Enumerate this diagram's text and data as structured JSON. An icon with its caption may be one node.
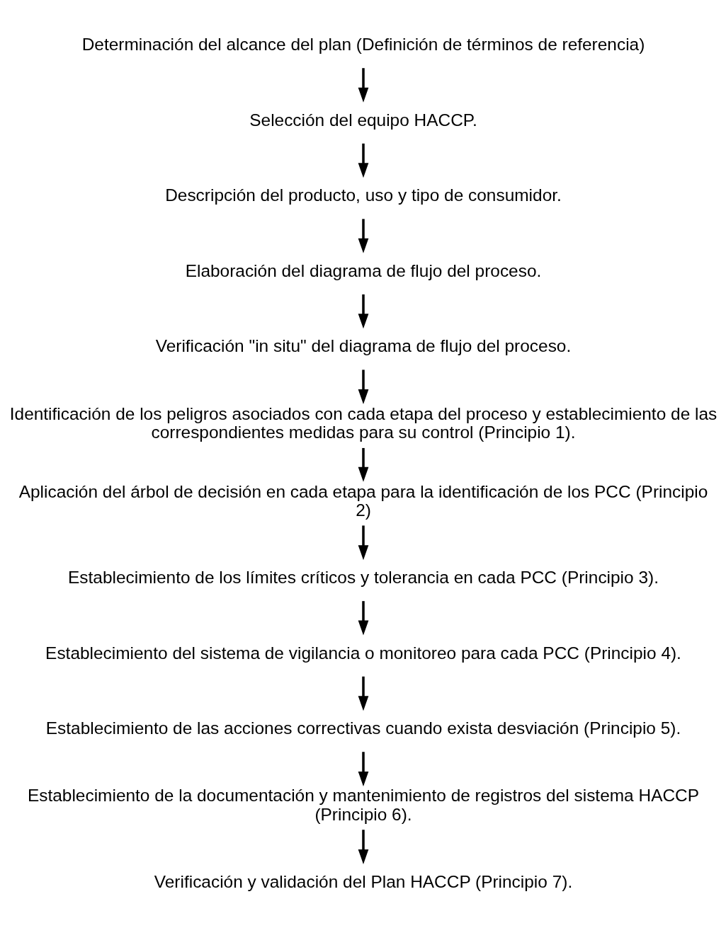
{
  "diagram": {
    "nodes": [
      {
        "text": [
          "Determinación del alcance del plan (Definición de términos de referencia)"
        ]
      },
      {
        "text": [
          "Selección del equipo HACCP."
        ]
      },
      {
        "text": [
          "Descripción del producto, uso y tipo de consumidor."
        ]
      },
      {
        "text": [
          "Elaboración del diagrama de flujo del proceso."
        ]
      },
      {
        "text": [
          "Verificación \"in situ\" del diagrama de flujo del proceso."
        ]
      },
      {
        "text": [
          "Identificación de los peligros asociados con cada etapa del proceso y establecimiento de las correspondientes medidas para su control (Principio 1)."
        ]
      },
      {
        "text": [
          "Aplicación del árbol de decisión en cada etapa para la identificación de los PCC (Principio 2)"
        ]
      },
      {
        "text": [
          "Establecimiento de los límites críticos y tolerancia en cada PCC (Principio 3)."
        ]
      },
      {
        "text": [
          "Establecimiento del sistema de vigilancia o monitoreo para cada PCC (Principio 4)."
        ]
      },
      {
        "text": [
          "Establecimiento de las acciones correctivas cuando exista desviación (Principio 5)."
        ]
      },
      {
        "text": [
          "Establecimiento de la documentación y mantenimiento de registros del sistema HACCP (Principio 6)."
        ]
      },
      {
        "text": [
          "Verificación y validación del Plan HACCP (Principio 7)."
        ]
      }
    ],
    "edges": [
      {
        "from": 0,
        "to": 1,
        "arrow": "to"
      },
      {
        "from": 1,
        "to": 2,
        "arrow": "to"
      },
      {
        "from": 2,
        "to": 3,
        "arrow": "to"
      },
      {
        "from": 3,
        "to": 4,
        "arrow": "to"
      },
      {
        "from": 4,
        "to": 5,
        "arrow": "to"
      },
      {
        "from": 5,
        "to": 6,
        "arrow": "to"
      },
      {
        "from": 6,
        "to": 7,
        "arrow": "to"
      },
      {
        "from": 7,
        "to": 8,
        "arrow": "to"
      },
      {
        "from": 8,
        "to": 9,
        "arrow": "to"
      },
      {
        "from": 9,
        "to": 10,
        "arrow": "to"
      },
      {
        "from": 10,
        "to": 11,
        "arrow": "to"
      }
    ]
  }
}
